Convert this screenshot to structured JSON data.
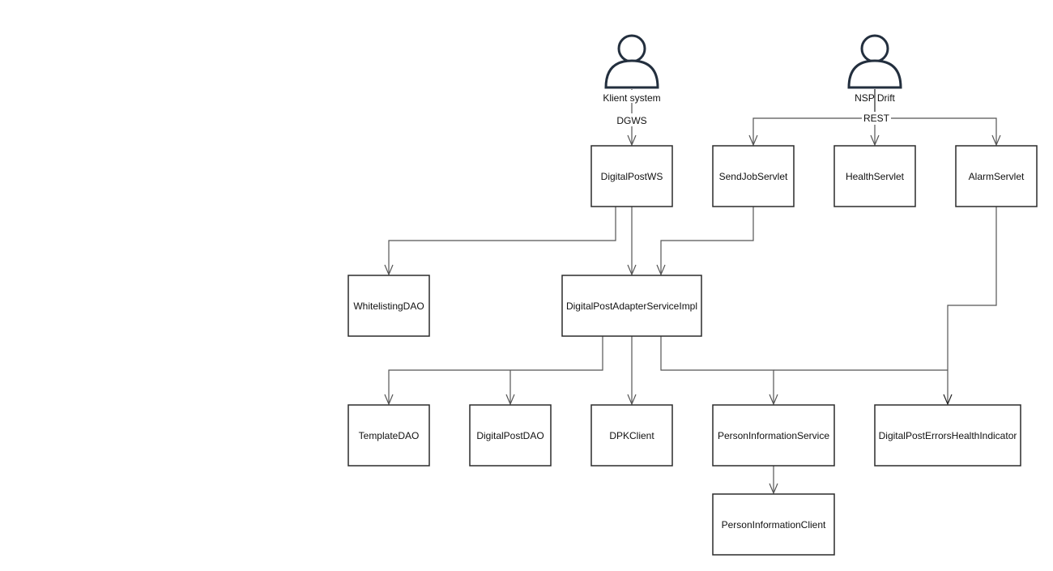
{
  "actors": {
    "klient": {
      "label": "Klient system"
    },
    "nsp": {
      "label": "NSP Drift"
    }
  },
  "edge_labels": {
    "dgws": "DGWS",
    "rest": "REST"
  },
  "nodes": {
    "digitalpostws": "DigitalPostWS",
    "sendjobservlet": "SendJobServlet",
    "healthservlet": "HealthServlet",
    "alarmservlet": "AlarmServlet",
    "whitelistingdao": "WhitelistingDAO",
    "adapterservice": "DigitalPostAdapterServiceImpl",
    "templatedao": "TemplateDAO",
    "digitalpostdao": "DigitalPostDAO",
    "dpkclient": "DPKClient",
    "personinfoservice": "PersonInformationService",
    "errorshealth": "DigitalPostErrorsHealthIndicator",
    "personinfoclient": "PersonInformationClient"
  }
}
